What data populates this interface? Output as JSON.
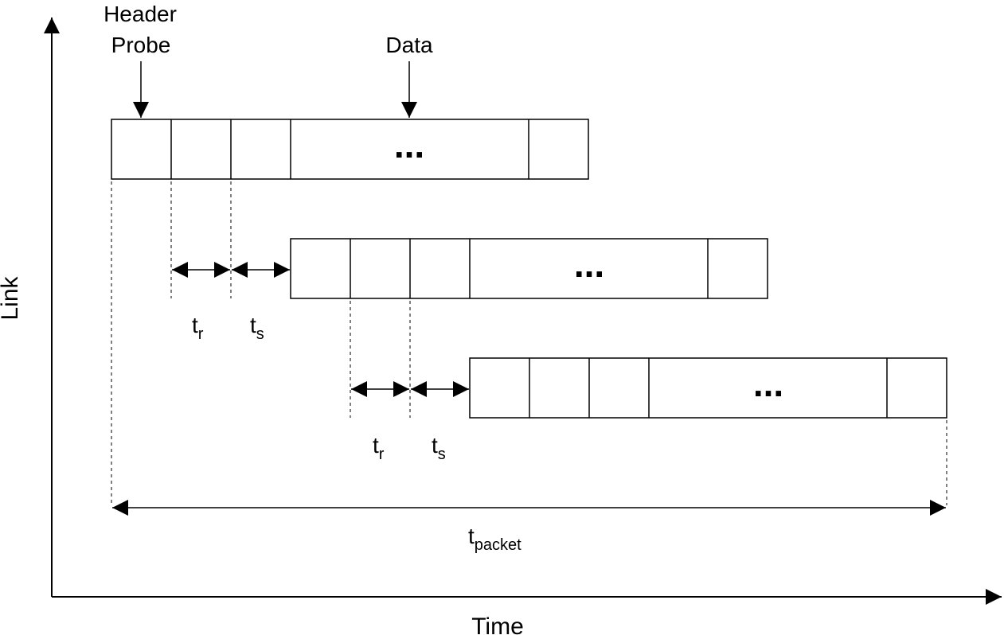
{
  "axes": {
    "x_label": "Time",
    "y_label": "Link"
  },
  "labels": {
    "header_line1": "Header",
    "header_line2": "Probe",
    "data": "Data",
    "ellipsis": "...",
    "t": "t",
    "r": "r",
    "s": "s",
    "packet": "packet"
  },
  "colors": {
    "stroke": "#000000",
    "background": "#ffffff"
  }
}
